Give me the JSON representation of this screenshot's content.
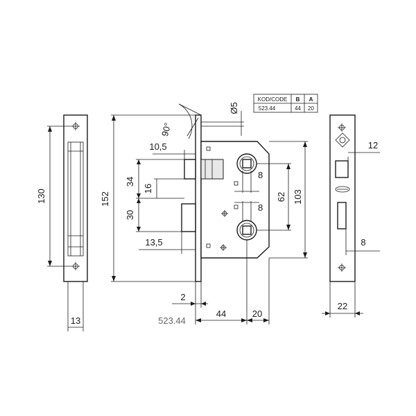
{
  "table": {
    "header": [
      "KOD/CODE",
      "B",
      "A"
    ],
    "row": [
      "523.44",
      "44",
      "20"
    ]
  },
  "product_code": "523.44",
  "dimensions": {
    "d130": "130",
    "d13": "13",
    "d152": "152",
    "d90": "90°",
    "d5": "Ø5",
    "d10_5": "10,5",
    "d34": "34",
    "d16": "16",
    "d30": "30",
    "d13_5": "13,5",
    "d8a": "8",
    "d8b": "8",
    "d62": "62",
    "d103": "103",
    "d2": "2",
    "d44": "44",
    "d20": "20",
    "d12": "12",
    "d8c": "8",
    "d22": "22"
  },
  "colors": {
    "line": "#1a1a1a",
    "code_text": "#666666"
  }
}
